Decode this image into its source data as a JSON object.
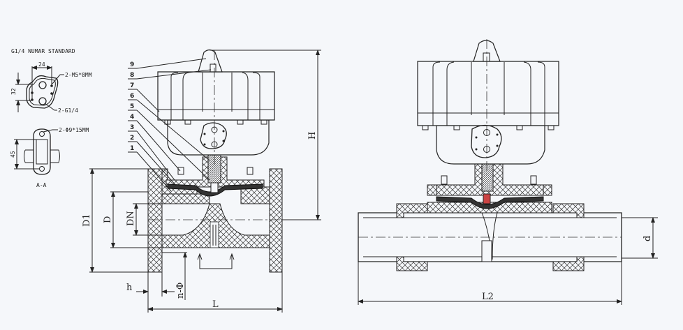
{
  "detail": {
    "title": "G1/4 NUMAR STANDARD",
    "dim_width": "24",
    "dim_height": "32",
    "note_holes": "2-M5*8MM",
    "note_ports": "2-G1/4",
    "note_slots": "2-Φ9*15MM",
    "dim_slot": "45",
    "section_label": "A-A"
  },
  "part_numbers": [
    "9",
    "8",
    "7",
    "6",
    "5",
    "4",
    "3",
    "2",
    "1"
  ],
  "flanged_view": {
    "dims": {
      "H": "H",
      "D1": "D1",
      "D": "D",
      "DN": "DN",
      "h": "h",
      "n_phi": "n-Φ",
      "L": "L"
    }
  },
  "socket_view": {
    "dims": {
      "L2": "L2",
      "d": "d"
    }
  }
}
